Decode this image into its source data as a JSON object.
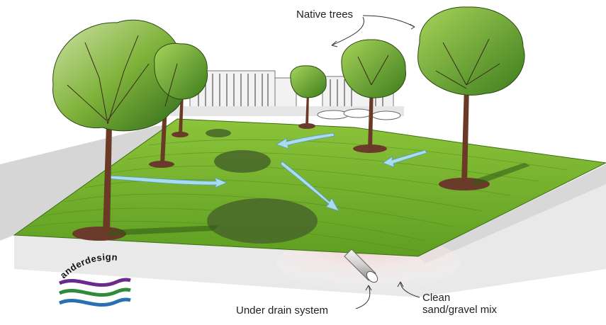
{
  "labels": {
    "native_trees": "Native trees",
    "under_drain": "Under drain system",
    "clean_sand_gravel": "Clean sand/gravel mix"
  },
  "logo": {
    "text": "anderdesign",
    "wave_colors": [
      "#6a2a8c",
      "#2f8a3a",
      "#2a6fb0"
    ]
  },
  "colors": {
    "lawn": "#7cb632",
    "lawn_dark": "#4f8a1c",
    "water_arrow": "#a9dcef",
    "soil": "#f6dcdc",
    "ground_side": "#e8e8e8"
  }
}
